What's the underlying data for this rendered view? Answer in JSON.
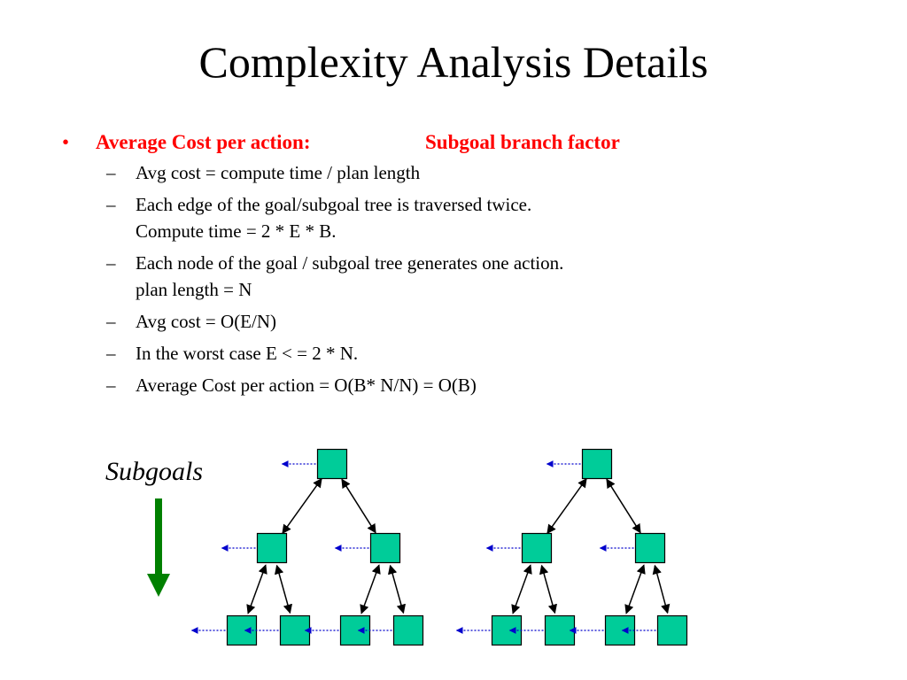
{
  "title": "Complexity Analysis Details",
  "bullet": {
    "marker": "•",
    "left_heading": "Average Cost per action:",
    "right_heading": "Subgoal branch factor",
    "items": [
      {
        "lines": [
          "Avg cost = compute time / plan length"
        ]
      },
      {
        "lines": [
          "Each edge of the goal/subgoal tree is traversed twice.",
          "Compute time = 2 * E * B."
        ]
      },
      {
        "lines": [
          "Each node of the goal / subgoal tree generates one action.",
          "plan length = N"
        ]
      },
      {
        "lines": [
          "Avg cost = O(E/N)"
        ]
      },
      {
        "lines": [
          "In the worst case E < =  2 * N."
        ]
      },
      {
        "lines": [
          "Average Cost per action = O(B* N/N) = O(B)"
        ]
      }
    ]
  },
  "subgoals_label": "Subgoals",
  "colors": {
    "title_text": "#000000",
    "heading_red": "#ff0000",
    "node_fill": "#00cc99",
    "node_border": "#000000",
    "action_arrow": "#0000cc",
    "subgoal_arrow": "#008000",
    "edge": "#000000"
  },
  "trees": [
    {
      "name": "tree-left",
      "levels": 3,
      "branching": 2
    },
    {
      "name": "tree-right",
      "levels": 3,
      "branching": 2
    }
  ]
}
